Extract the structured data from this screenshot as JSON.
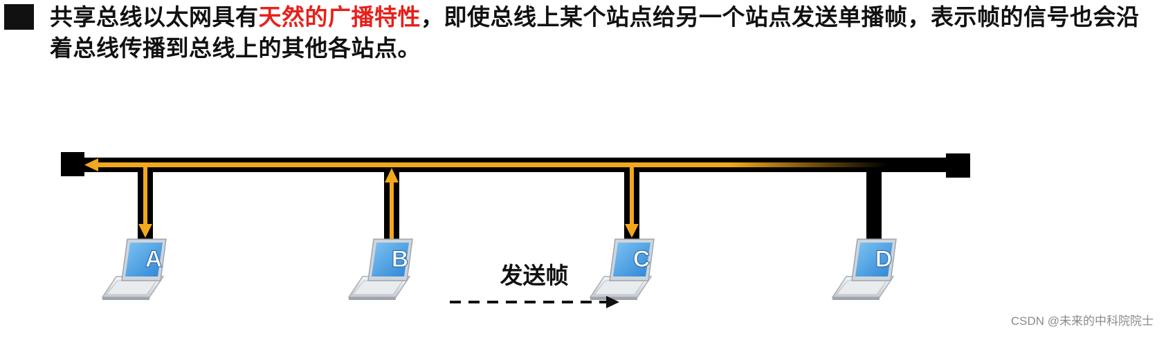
{
  "caption": {
    "part1": "共享总线以太网具有",
    "highlight": "天然的广播特性",
    "part2": "，即使总线上某个站点给另一个站点发送单播帧，表示帧的信号也会沿着总线传播到总线上的其他各站点。"
  },
  "stations": [
    {
      "label": "A",
      "receives": true
    },
    {
      "label": "B",
      "sender": true
    },
    {
      "label": "C",
      "receives": true
    },
    {
      "label": "D",
      "receives": false
    }
  ],
  "send_label": "发送帧",
  "watermark": "CSDN @未来的中科院院士",
  "colors": {
    "signal": "#f2a81d",
    "bus": "#000000",
    "highlight": "#e8201b",
    "screen": "#3f9fe3",
    "laptop_body": "#d7dbe0"
  }
}
